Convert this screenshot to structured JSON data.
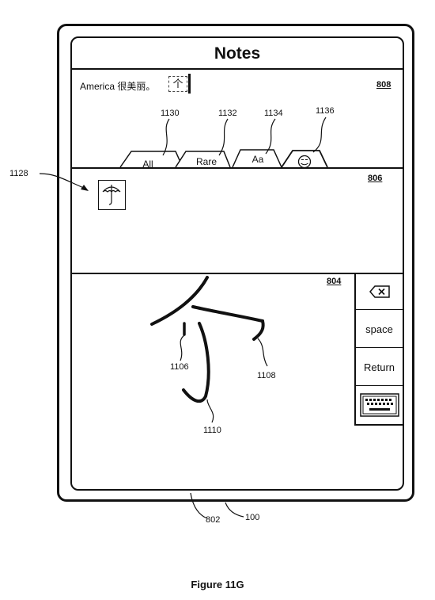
{
  "app": {
    "title": "Notes"
  },
  "text_area": {
    "content": "America 很美丽。",
    "candidate_char": "个",
    "ref": "808"
  },
  "tabs": [
    {
      "label": "All",
      "ref": "1130"
    },
    {
      "label": "Rare",
      "ref": "1132"
    },
    {
      "label": "Aa",
      "ref": "1134"
    },
    {
      "label": "",
      "icon": "emoji-face-icon",
      "ref": "1136"
    }
  ],
  "candidate_panel": {
    "ref": "806",
    "arrow_ref": "1128",
    "candidate_icon": "umbrella-icon"
  },
  "handwriting_area": {
    "ref": "804",
    "stroke_refs": [
      "1106",
      "1108",
      "1110"
    ]
  },
  "keys": {
    "backspace_icon": "backspace-icon",
    "space": "space",
    "return": "Return",
    "keyboard_icon": "keyboard-icon"
  },
  "device_refs": {
    "device": "100",
    "screen": "802"
  },
  "figure_caption": "Figure 11G"
}
